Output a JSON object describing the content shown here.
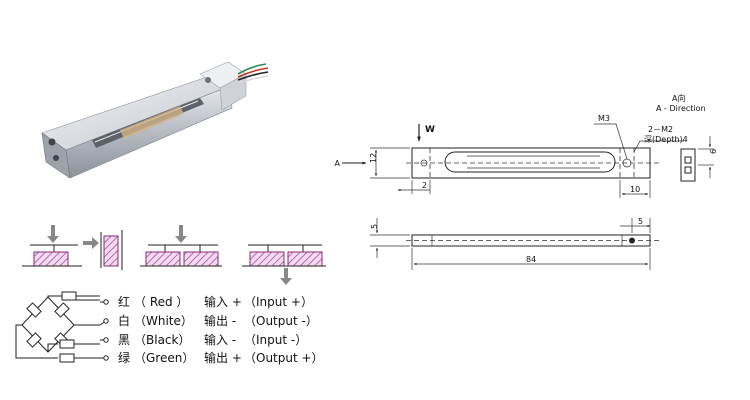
{
  "drawing": {
    "dimensions": {
      "height": "12",
      "hole_offset": "2",
      "end_length": "10",
      "length": "84",
      "thickness": "5",
      "side_offset": "5",
      "a_direction_width": "6"
    },
    "labels": {
      "load_force": "W",
      "view_arrow": "A",
      "thread_hole": "M3",
      "mount_holes": "2－M2",
      "depth": "深(Depth)4",
      "a_direction_cn": "A向",
      "a_direction_en": "A - Direction"
    }
  },
  "wiring": [
    {
      "cn": "红",
      "color": "（ Red ）",
      "func_cn": "输入 +",
      "func_en": "（Input   +）",
      "wire_color": "#c0392b"
    },
    {
      "cn": "白",
      "color": "（White）",
      "func_cn": "输出 -",
      "func_en": "（Output -）",
      "wire_color": "#bbbbbb"
    },
    {
      "cn": "黑",
      "color": "（Black）",
      "func_cn": "输入 -",
      "func_en": "（Input  -）",
      "wire_color": "#222222"
    },
    {
      "cn": "绿",
      "color": "（Green）",
      "func_cn": "输出 +",
      "func_en": "（Output +）",
      "wire_color": "#2e8b57"
    }
  ],
  "colors": {
    "gauge_pad": "#b04aa0",
    "metal": "#c9ccd2"
  },
  "icons": [
    "load-cell-photo",
    "force-arrow-icon",
    "wheatstone-bridge"
  ]
}
